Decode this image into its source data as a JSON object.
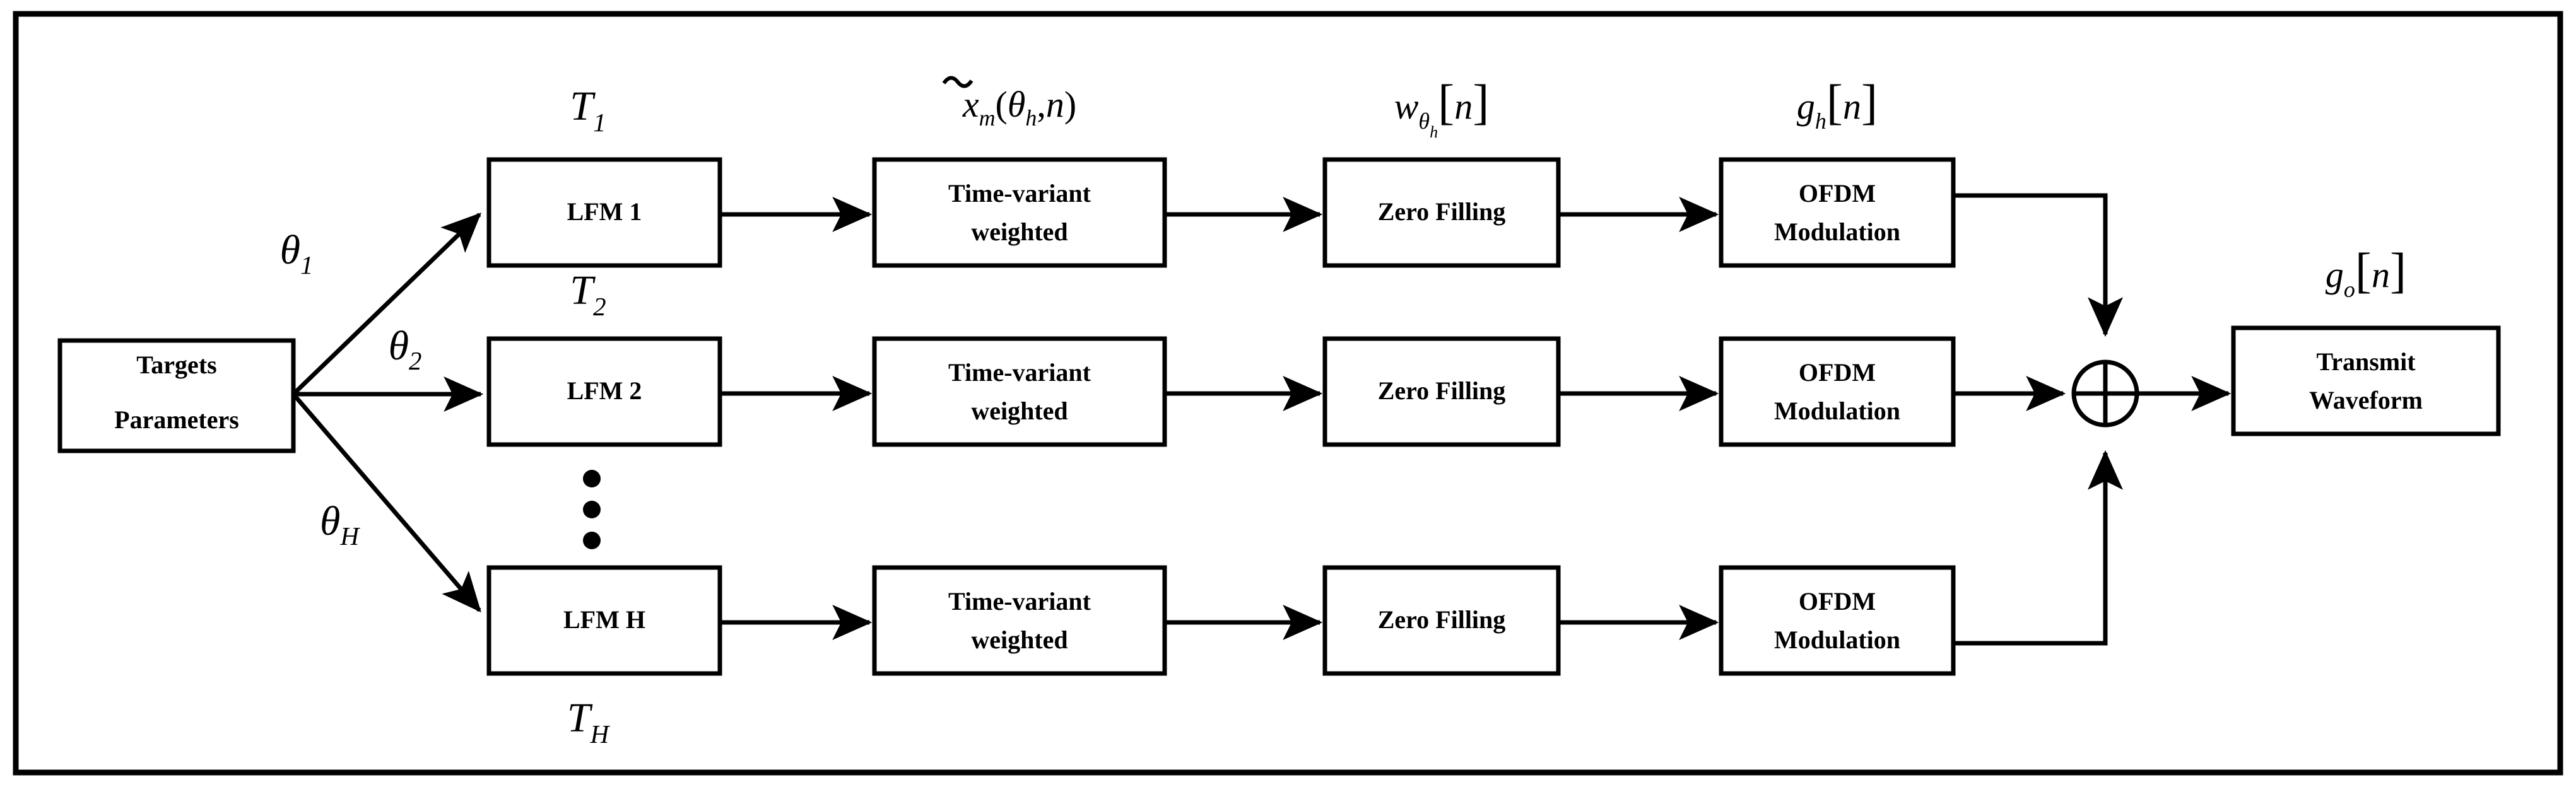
{
  "figure": {
    "type": "block-diagram",
    "title": "Transmit waveform generation block diagram",
    "background": "#ffffff",
    "line_color": "#000000"
  },
  "blocks": {
    "targets": {
      "line1": "Targets",
      "line2": "Parameters"
    },
    "lfm": [
      {
        "label": "LFM 1",
        "period_label": "T",
        "period_sub": "1"
      },
      {
        "label": "LFM 2",
        "period_label": "T",
        "period_sub": "2"
      },
      {
        "label": "LFM H",
        "period_label": "T",
        "period_sub": "H"
      }
    ],
    "weighting": {
      "line1": "Time-variant",
      "line2": "weighted"
    },
    "zero_filling": {
      "label": "Zero Filling"
    },
    "ofdm": {
      "line1": "OFDM",
      "line2": "Modulation"
    },
    "transmit": {
      "line1": "Transmit",
      "line2": "Waveform"
    }
  },
  "angles": [
    {
      "symbol": "θ",
      "sub": "1"
    },
    {
      "symbol": "θ",
      "sub": "2"
    },
    {
      "symbol": "θ",
      "sub": "H"
    }
  ],
  "signal_labels": {
    "weighting_input": {
      "base": "x",
      "tilde": true,
      "sub": "m",
      "args_open": "(",
      "arg1": "θ",
      "arg1_sub": "h",
      "comma": ",",
      "arg2": "n",
      "args_close": ")"
    },
    "zero_filling_input": {
      "base": "w",
      "sub": "θ",
      "sub_sub": "h",
      "bracket_open": "[",
      "arg": "n",
      "bracket_close": "]"
    },
    "ofdm_input": {
      "base": "g",
      "sub": "h",
      "bracket_open": "[",
      "arg": "n",
      "bracket_close": "]"
    },
    "transmit_input": {
      "base": "g",
      "sub": "o",
      "bracket_open": "[",
      "arg": "n",
      "bracket_close": "]"
    }
  },
  "operators": {
    "summation": {
      "symbol": "⊕",
      "name": "adder"
    }
  },
  "ellipsis": {
    "symbol": "⋮",
    "dots": 3
  }
}
